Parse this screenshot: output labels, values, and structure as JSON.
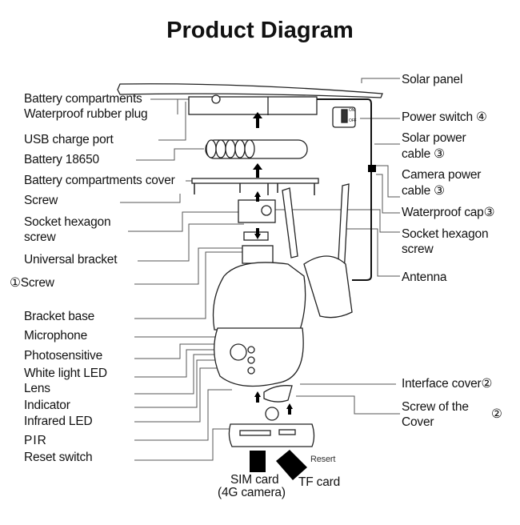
{
  "title": "Product Diagram",
  "left_labels": {
    "battery_compartments": "Battery compartments",
    "waterproof_rubber_plug": "Waterproof rubber plug",
    "usb_charge_port": "USB charge port",
    "battery_18650": "Battery 18650",
    "battery_compartments_cover": "Battery compartments cover",
    "screw": "Screw",
    "socket_hexagon_1": "Socket hexagon",
    "socket_hexagon_2": "screw",
    "universal_bracket": "Universal bracket",
    "screw_1": "①Screw",
    "bracket_base": "Bracket base",
    "microphone": "Microphone",
    "photosensitive": "Photosensitive",
    "white_light_led": "White light LED",
    "lens": "Lens",
    "indicator": "Indicator",
    "infrared_led": "Infrared LED",
    "pir": "PIR",
    "reset_switch": "Reset switch"
  },
  "right_labels": {
    "solar_panel": "Solar panel",
    "power_switch": "Power switch ④",
    "solar_power_cable_1": "Solar power",
    "solar_power_cable_2": "cable ③",
    "camera_power_cable_1": "Camera power",
    "camera_power_cable_2": "cable ③",
    "waterproof_cap": "Waterproof cap③",
    "socket_hexagon_1": "Socket hexagon",
    "socket_hexagon_2": "screw",
    "antenna": "Antenna",
    "interface_cover": "Interface cover②",
    "screw_of_cover_1": "Screw of the",
    "screw_of_cover_2": "Cover",
    "screw_of_cover_num": "②"
  },
  "bottom_labels": {
    "sim_card_1": "SIM card",
    "sim_card_2": "(4G camera)",
    "tf_card": "TF card",
    "resert": "Resert",
    "switch_on": "ON",
    "switch_off": "OFF"
  }
}
